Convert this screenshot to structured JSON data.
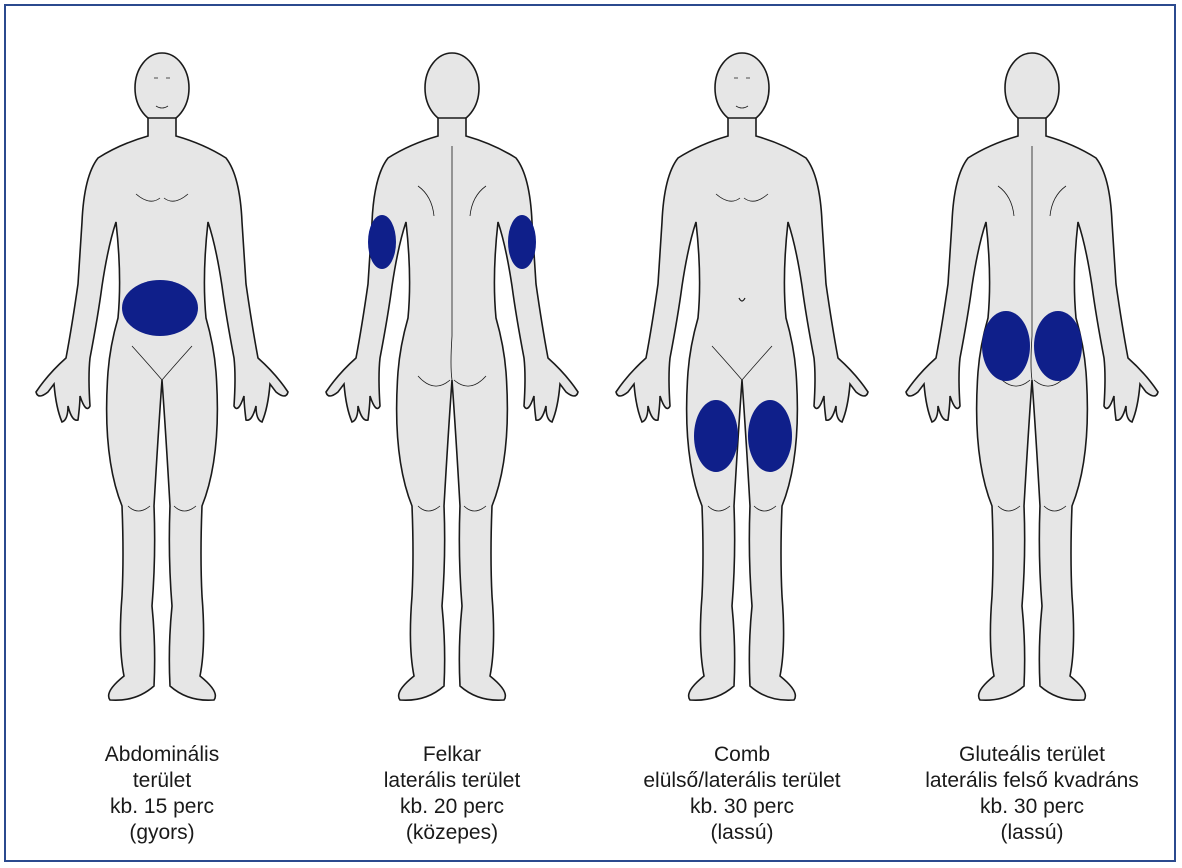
{
  "colors": {
    "frame_border": "#2b4a8e",
    "body_fill": "#e6e6e6",
    "outline": "#1a1a1a",
    "injection_site": "#0f1f8a"
  },
  "icons": {
    "figure_front": "human-front-icon",
    "figure_back": "human-back-icon"
  },
  "figures": [
    {
      "view": "front",
      "site": "abdomen",
      "caption": {
        "line1": "Abdominális",
        "line2": "terület",
        "line3": "kb. 15 perc",
        "line4": "(gyors)"
      }
    },
    {
      "view": "back",
      "site": "upper-arm",
      "caption": {
        "line1": "Felkar",
        "line2": "laterális terület",
        "line3": "kb. 20 perc",
        "line4": "(közepes)"
      }
    },
    {
      "view": "front",
      "site": "thigh",
      "caption": {
        "line1": "Comb",
        "line2": "elülső/laterális terület",
        "line3": "kb. 30 perc",
        "line4": "(lassú)"
      }
    },
    {
      "view": "back",
      "site": "gluteal",
      "caption": {
        "line1": "Gluteális terület",
        "line2": "laterális felső kvadráns",
        "line3": "kb. 30 perc",
        "line4": "(lassú)"
      }
    }
  ]
}
